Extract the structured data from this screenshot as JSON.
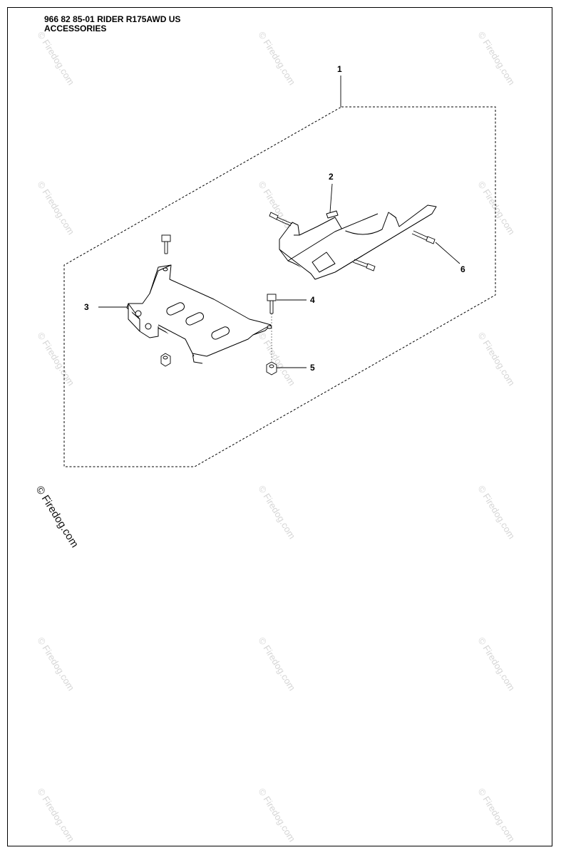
{
  "header": {
    "title": "966 82 85-01 RIDER R175AWD US",
    "subtitle": "ACCESSORIES"
  },
  "callouts": [
    "1",
    "2",
    "3",
    "4",
    "5",
    "6"
  ],
  "watermark": "© Firedog.com"
}
